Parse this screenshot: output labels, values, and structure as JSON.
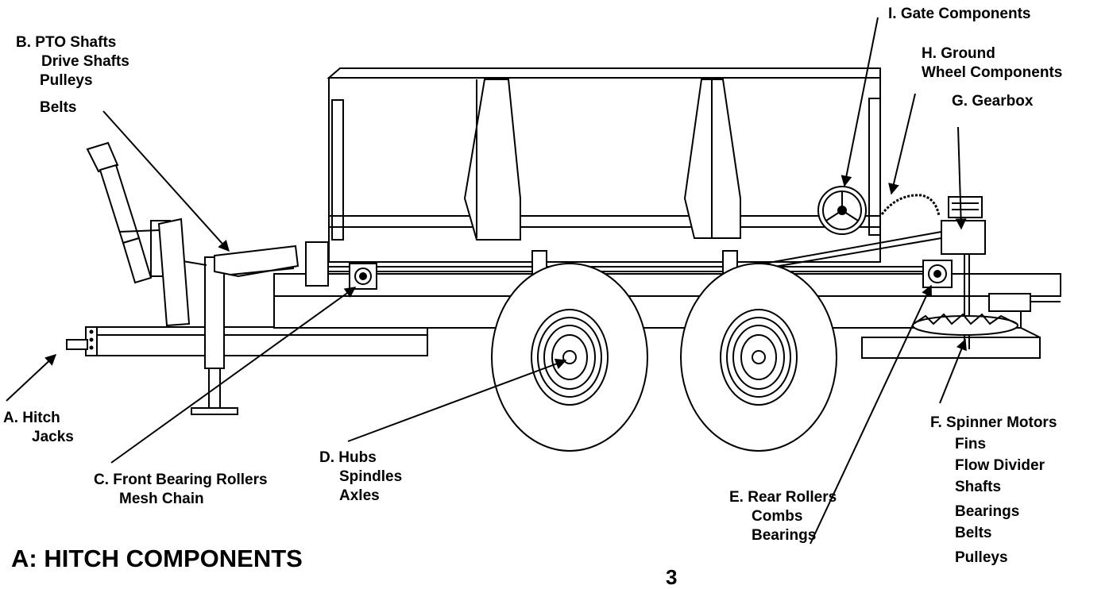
{
  "labels": {
    "a": [
      "A. Hitch",
      "Jacks"
    ],
    "b": [
      "B. PTO Shafts",
      "Drive Shafts",
      "Pulleys",
      "Belts"
    ],
    "c": [
      "C. Front Bearing Rollers",
      "Mesh Chain"
    ],
    "d": [
      "D. Hubs",
      "Spindles",
      "Axles"
    ],
    "e": [
      "E. Rear Rollers",
      "Combs",
      "Bearings"
    ],
    "f": [
      "F. Spinner Motors",
      "Fins",
      "Flow Divider",
      "Shafts",
      "Bearings",
      "Belts",
      "Pulleys"
    ],
    "g": [
      "G. Gearbox"
    ],
    "h": [
      "H. Ground",
      "Wheel Components"
    ],
    "i": [
      "I. Gate Components"
    ]
  },
  "title": "A: HITCH COMPONENTS",
  "page_number": "3"
}
